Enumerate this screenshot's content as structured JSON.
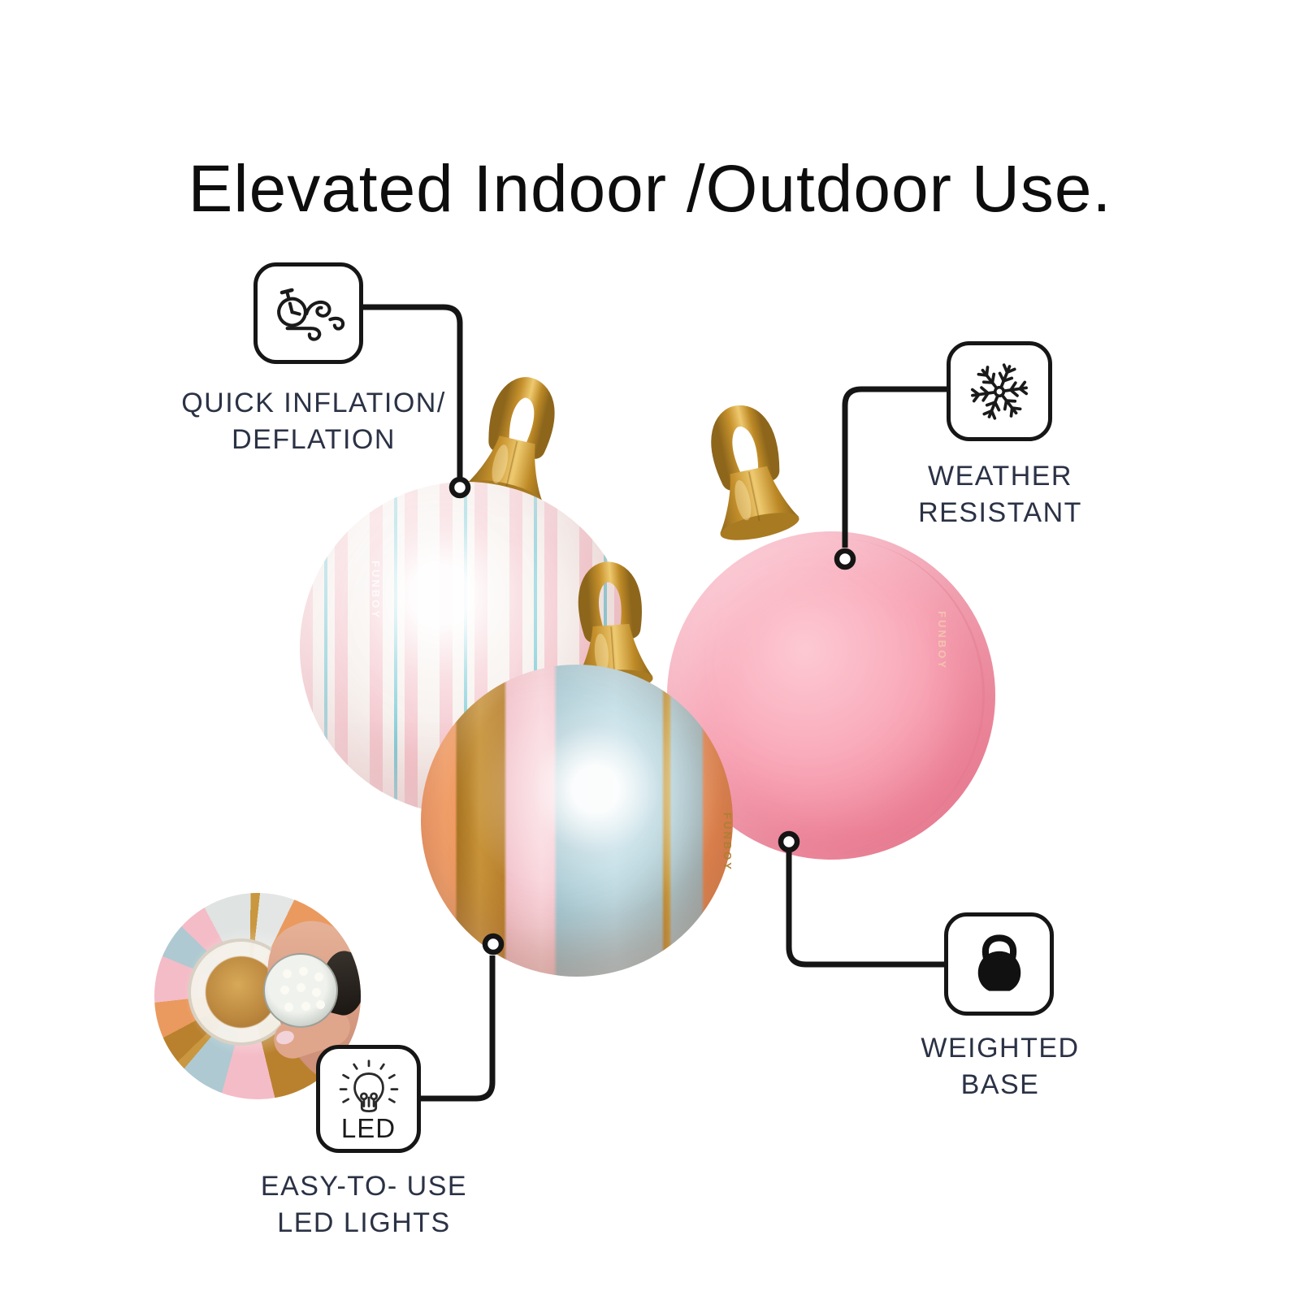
{
  "page": {
    "title": "Elevated Indoor /Outdoor Use."
  },
  "brand": {
    "mark": "FUNBOY"
  },
  "features": {
    "quick_inflation": {
      "icon": "stopwatch-wind-icon",
      "line1": "QUICK INFLATION/",
      "line2": "DEFLATION"
    },
    "weather": {
      "icon": "snowflake-icon",
      "line1": "WEATHER",
      "line2": "RESISTANT"
    },
    "led": {
      "icon": "led-bulb-icon",
      "badge": "LED",
      "line1": "EASY-TO- USE",
      "line2": "LED LIGHTS"
    },
    "weighted": {
      "icon": "kettlebell-icon",
      "line1": "WEIGHTED",
      "line2": "BASE"
    }
  },
  "colors": {
    "label_text": "#2b3245",
    "connector_line": "#151515",
    "gold": "#c8952f",
    "pink_ball": "#f59cae",
    "stripe_pink": "#f2c4cb",
    "stripe_blue": "#6fc9d6",
    "panel_orange": "#ef9159",
    "panel_bronze": "#bb832f",
    "panel_pink": "#f6ccd4",
    "panel_blue": "#aed2dc"
  }
}
